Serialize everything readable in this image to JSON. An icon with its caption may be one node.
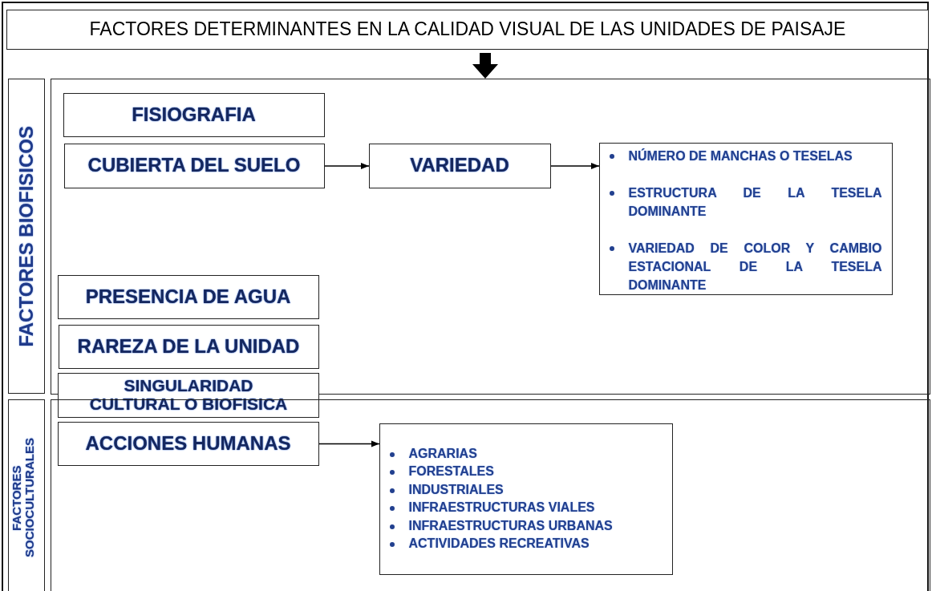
{
  "diagram": {
    "nodes": [
      {
        "text": [
          "FACTORES DETERMINANTES EN LA CALIDAD VISUAL DE LAS UNIDADES DE PAISAJE"
        ]
      },
      {
        "text": [
          "FACTORES BIOFISICOS"
        ]
      },
      {
        "text": [],
        "shape": "box"
      },
      {
        "text": [
          "FISIOGRAFIA"
        ],
        "in": 2
      },
      {
        "text": [
          "CUBIERTA DEL SUELO"
        ],
        "in": 2
      },
      {
        "text": [
          "VARIEDAD"
        ],
        "in": 2
      },
      {
        "text": [
          "NÚMERO DE MANCHAS O TESELAS",
          "ESTRUCTURA DE LA TESELA DOMINANTE",
          "VARIEDAD DE COLOR Y CAMBIO ESTACIONAL DE LA TESELA DOMINANTE"
        ],
        "in": 2
      },
      {
        "text": [
          "PRESENCIA DE AGUA"
        ],
        "in": 2
      },
      {
        "text": [
          "RAREZA DE LA UNIDAD"
        ],
        "in": 2
      },
      {
        "text": [
          "SINGULARIDAD CULTURAL O BIOFISICA"
        ]
      },
      {
        "text": [
          "FACTORES SOCIOCULTURALES"
        ]
      },
      {
        "text": [],
        "shape": "box"
      },
      {
        "text": [
          "ACCIONES HUMANAS"
        ],
        "in": 11
      },
      {
        "text": [
          "AGRARIAS",
          "FORESTALES",
          "INDUSTRIALES",
          "INFRAESTRUCTURAS VIALES",
          "INFRAESTRUCTURAS URBANAS",
          "ACTIVIDADES RECREATIVAS"
        ],
        "in": 11
      }
    ],
    "edges": [
      {
        "from": 0,
        "to": 2,
        "arrow": "to",
        "style": "thick"
      },
      {
        "from": 4,
        "to": 5,
        "arrow": "to"
      },
      {
        "from": 5,
        "to": 6,
        "arrow": "to"
      },
      {
        "from": 12,
        "to": 13,
        "arrow": "to"
      }
    ]
  }
}
